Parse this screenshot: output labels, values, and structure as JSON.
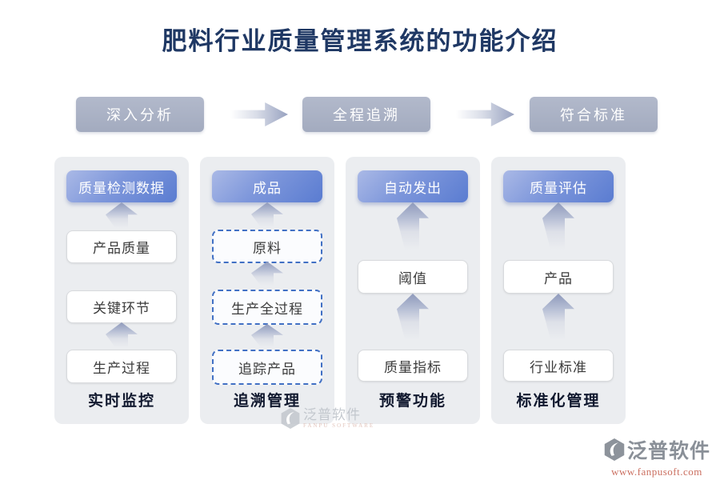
{
  "title": "肥料行业质量管理系统的功能介绍",
  "flow_steps": [
    {
      "label": "深入分析"
    },
    {
      "label": "全程追溯"
    },
    {
      "label": "符合标准"
    }
  ],
  "columns": [
    {
      "header": "质量检测数据",
      "boxes": [
        "产品质量",
        "关键环节",
        "生产过程"
      ],
      "label": "实时监控"
    },
    {
      "header": "成品",
      "boxes": [
        "原料",
        "生产全过程",
        "追踪产品"
      ],
      "label": "追溯管理"
    },
    {
      "header": "自动发出",
      "boxes": [
        "阈值",
        "质量指标"
      ],
      "label": "预警功能"
    },
    {
      "header": "质量评估",
      "boxes": [
        "产品",
        "行业标准"
      ],
      "label": "标准化管理"
    }
  ],
  "watermark": {
    "brand": "泛普软件",
    "subtitle": "FANPU SOFTWARE"
  },
  "footer_logo": {
    "brand": "泛普软件",
    "url": "www.fanpusoft.com"
  },
  "colors": {
    "title_text": "#1f3864",
    "flow_button_bg": "#a8b0c4",
    "header_gradient_start": "#aab9e6",
    "header_gradient_end": "#5a7cd1",
    "panel_bg": "#ebedf0",
    "dashed_border": "#4170c4",
    "footer_url_text": "#cb6f60"
  }
}
